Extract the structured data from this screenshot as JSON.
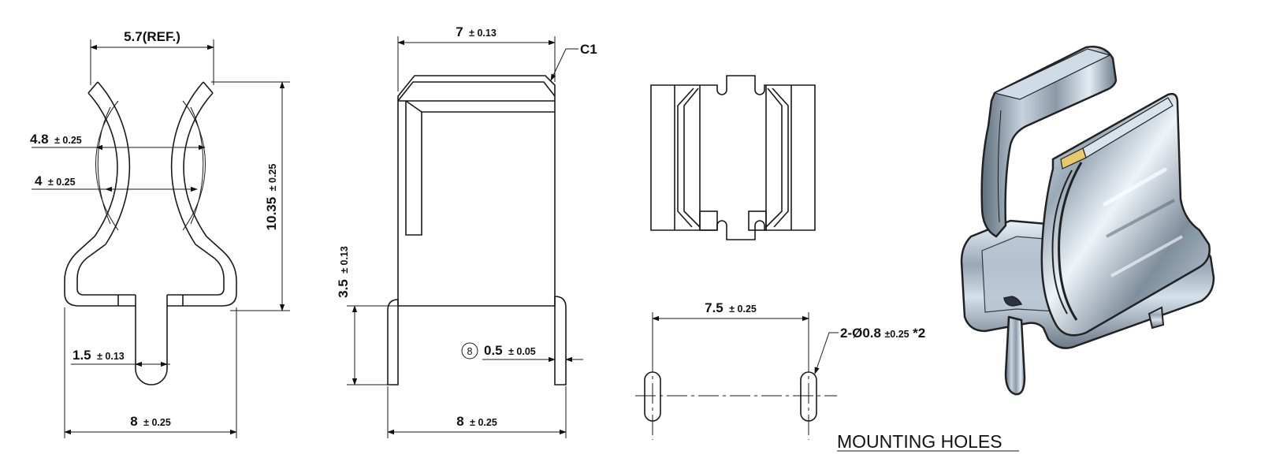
{
  "front_view": {
    "top_width": "5.7(REF.)",
    "outer_diameter_value": "4.8",
    "outer_diameter_tol": "± 0.25",
    "inner_diameter_value": "4",
    "inner_diameter_tol": "± 0.25",
    "height_value": "10.35",
    "height_tol": "± 0.25",
    "pin_width_value": "1.5",
    "pin_width_tol": "± 0.13",
    "base_width_value": "8",
    "base_width_tol": "± 0.25"
  },
  "side_view": {
    "top_width_value": "7",
    "top_width_tol": "± 0.13",
    "chamfer": "C1",
    "pin_length_value": "3.5",
    "pin_length_tol": "± 0.13",
    "thickness_marker": "8",
    "thickness_value": "0.5",
    "thickness_tol": "± 0.05",
    "base_width_value": "8",
    "base_width_tol": "± 0.25"
  },
  "mounting_holes": {
    "spacing_value": "7.5",
    "spacing_tol": "± 0.25",
    "hole_spec_prefix": "2-Ø0.8",
    "hole_spec_tol": "±0.25",
    "hole_spec_suffix": "*2",
    "title": "MOUNTING HOLES"
  }
}
